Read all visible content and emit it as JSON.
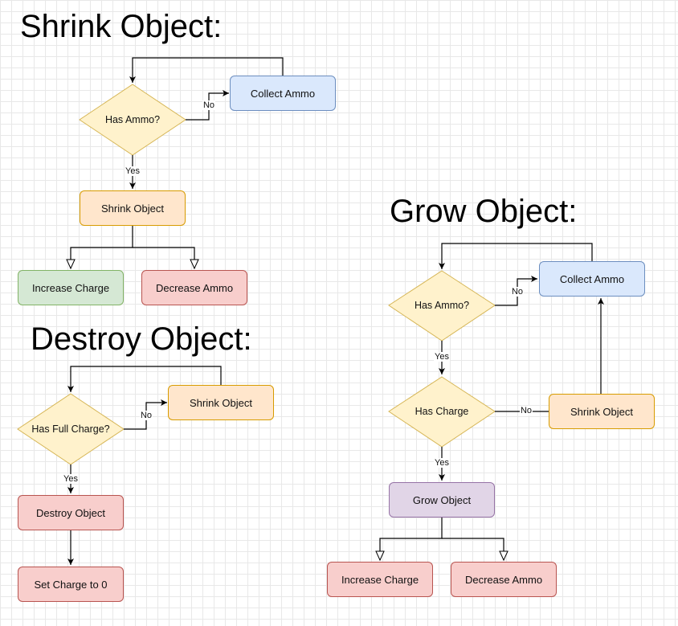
{
  "titles": {
    "shrink": "Shrink Object:",
    "destroy": "Destroy Object:",
    "grow": "Grow Object:"
  },
  "shrink_flow": {
    "decision": "Has Ammo?",
    "collect": "Collect Ammo",
    "action": "Shrink Object",
    "increase": "Increase Charge",
    "decrease": "Decrease Ammo",
    "no_label": "No",
    "yes_label": "Yes"
  },
  "destroy_flow": {
    "decision": "Has Full Charge?",
    "shrink": "Shrink Object",
    "destroy": "Destroy Object",
    "set_charge": "Set Charge to 0",
    "no_label": "No",
    "yes_label": "Yes"
  },
  "grow_flow": {
    "decision_ammo": "Has Ammo?",
    "collect": "Collect Ammo",
    "decision_charge": "Has Charge",
    "shrink": "Shrink Object",
    "grow": "Grow Object",
    "increase": "Increase Charge",
    "decrease": "Decrease Ammo",
    "no_label_ammo": "No",
    "yes_label_ammo": "Yes",
    "no_label_charge": "No",
    "yes_label_charge": "Yes"
  },
  "colors": {
    "decision_fill": "#fff2cc",
    "decision_stroke": "#d6b656",
    "edge": "#000000"
  }
}
